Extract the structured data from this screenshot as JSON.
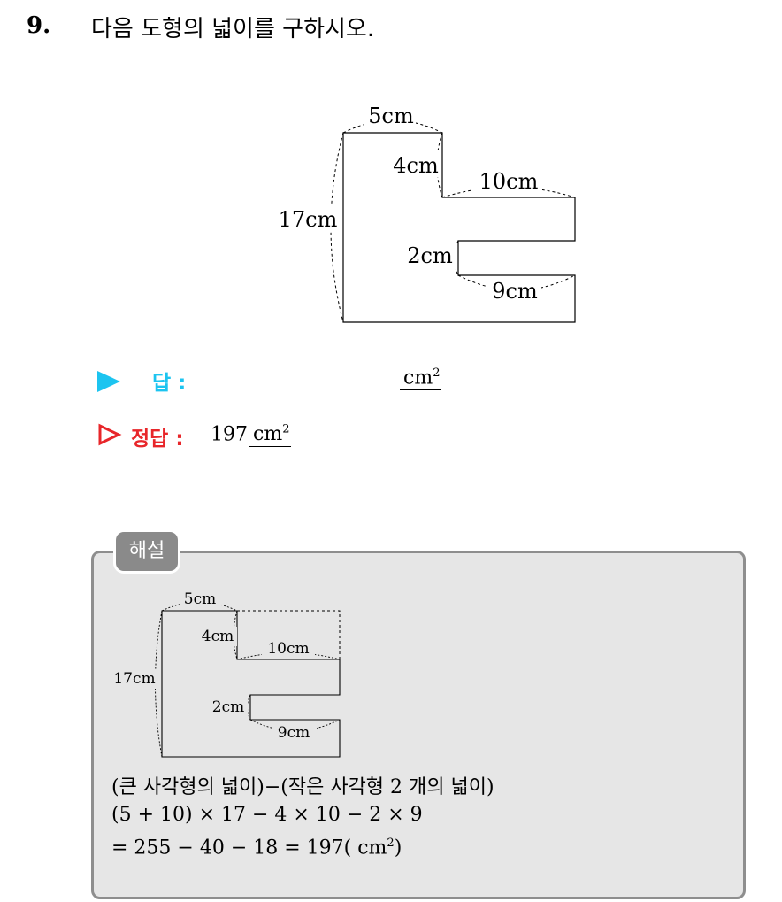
{
  "question": {
    "number": "9.",
    "text": "다음 도형의 넓이를 구하시오."
  },
  "figure": {
    "top_width": "5cm",
    "notch_depth": "4cm",
    "arm_length": "10cm",
    "slot_height": "2cm",
    "lower_arm": "9cm",
    "total_height": "17cm"
  },
  "answer": {
    "label": "답 :",
    "unit": "cm",
    "unit_exp": "2"
  },
  "solution": {
    "label": "정답 :",
    "value": "197",
    "unit": "cm",
    "unit_exp": "2"
  },
  "explanation": {
    "tab": "해설",
    "fig": {
      "top_width": "5cm",
      "notch_depth": "4cm",
      "arm_length": "10cm",
      "slot_height": "2cm",
      "lower_arm": "9cm",
      "total_height": "17cm"
    },
    "line1": "(큰 사각형의 넓이)−(작은 사각형 2 개의 넓이)",
    "line2": "(5 + 10) × 17 − 4 × 10 − 2 × 9",
    "line3": "= 255 − 40 − 18 = 197( cm",
    "line3_exp": "2",
    "line3_end": ")",
    "colors": {
      "answer_accent": "#1cc4f0",
      "solution_accent": "#e8262a",
      "panel_bg": "#e6e6e6"
    }
  }
}
